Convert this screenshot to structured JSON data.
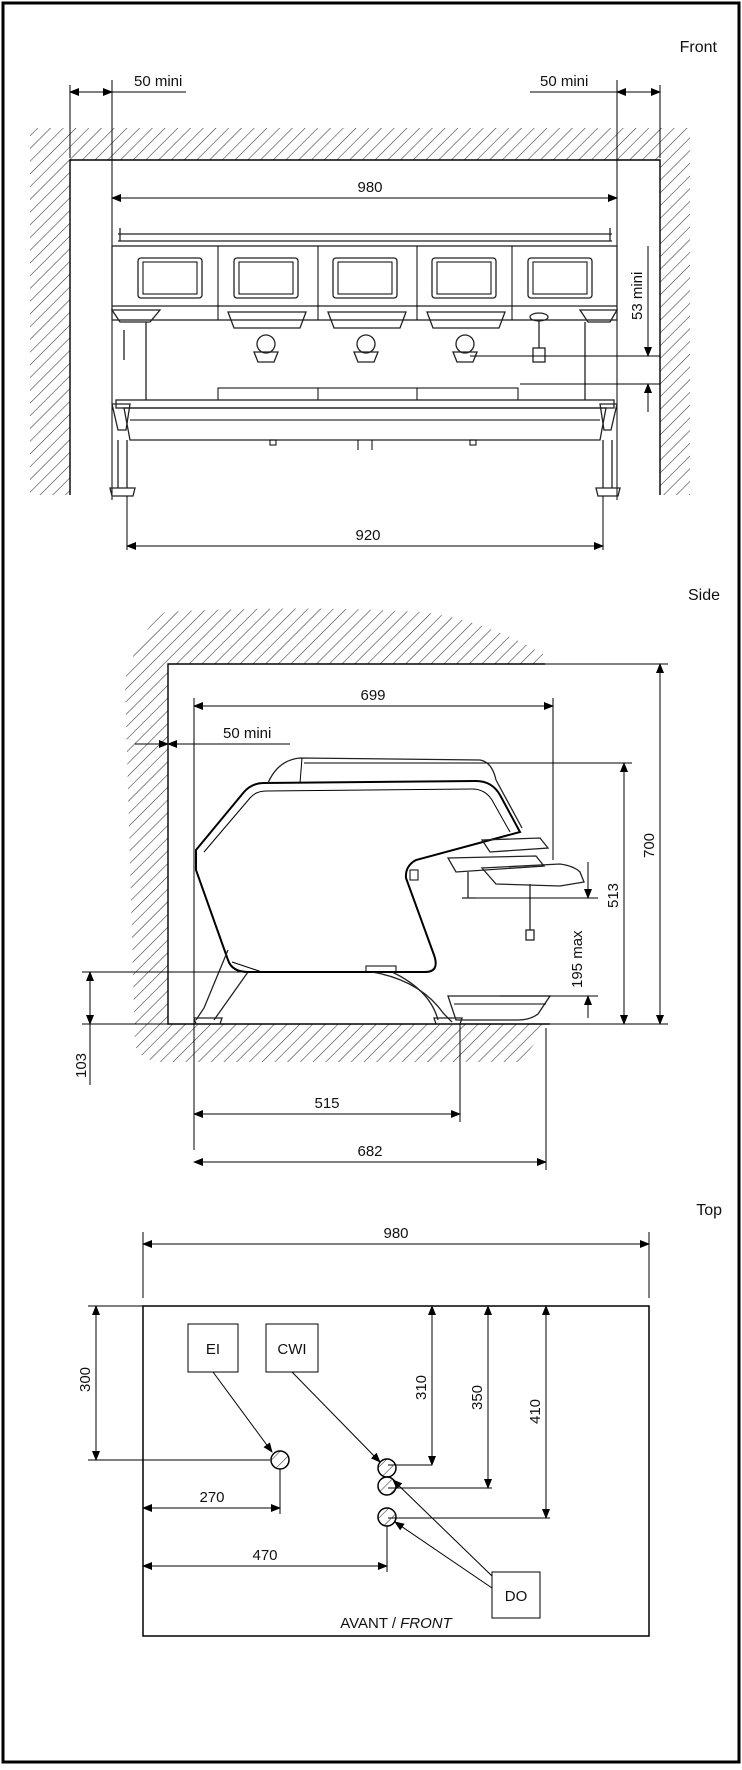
{
  "views": {
    "front": {
      "label": "Front",
      "dims": {
        "clear_left": "50 mini",
        "clear_right": "50 mini",
        "width_980": "980",
        "height_53": "53 mini",
        "width_920": "920"
      }
    },
    "side": {
      "label": "Side",
      "dims": {
        "depth_699": "699",
        "clear_50": "50 mini",
        "height_700": "700",
        "height_513": "513",
        "height_195": "195 max",
        "height_103": "103",
        "depth_515": "515",
        "depth_682": "682"
      }
    },
    "top": {
      "label": "Top",
      "dims": {
        "width_980": "980",
        "d_300": "300",
        "d_310": "310",
        "d_350": "350",
        "d_410": "410",
        "d_270": "270",
        "d_470": "470"
      },
      "connections": {
        "ei": "EI",
        "cwi": "CWI",
        "do": "DO"
      },
      "front_label": "AVANT /",
      "front_label_italic": "FRONT"
    }
  },
  "colors": {
    "line": "#000000",
    "hatch": "#333333"
  }
}
